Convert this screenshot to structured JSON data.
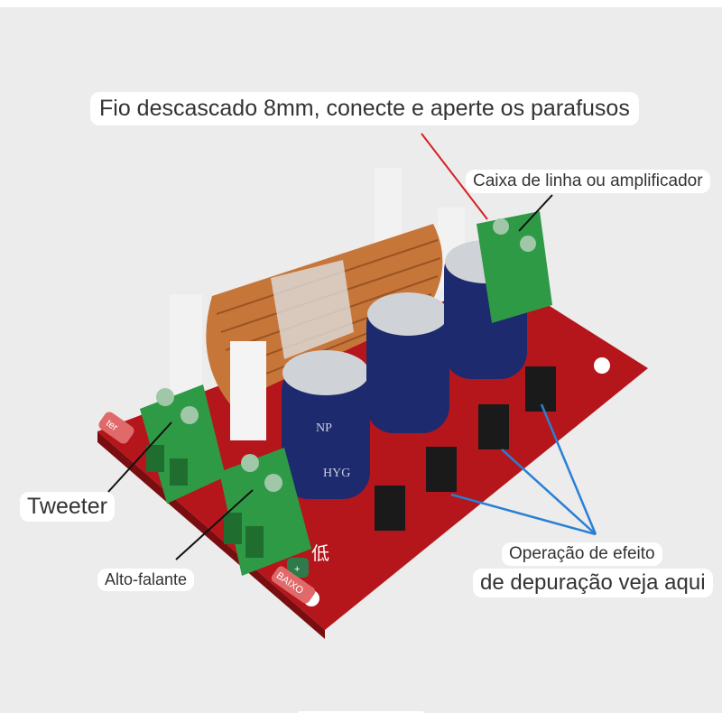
{
  "labels": {
    "title": "Fio descascado 8mm, conecte e aperte os parafusos",
    "amplifier": "Caixa de linha ou amplificador",
    "tweeter": "Tweeter",
    "speaker": "Alto-falante",
    "debug_line1": "Operação de efeito",
    "debug_line2": "de depuração veja aqui"
  },
  "pcb_marks": {
    "ter": "ter",
    "baixo": "BAIXO",
    "plus": "+",
    "low_char": "低",
    "cap_brand": "HYG",
    "cap_np": "NP"
  },
  "colors": {
    "background": "#ececec",
    "pcb": "#b5161b",
    "terminal": "#2f9a45",
    "capacitor": "#1d2a6e",
    "coil": "#c7763a",
    "arrow_red": "#d32020",
    "arrow_blue": "#2a7fd4"
  }
}
